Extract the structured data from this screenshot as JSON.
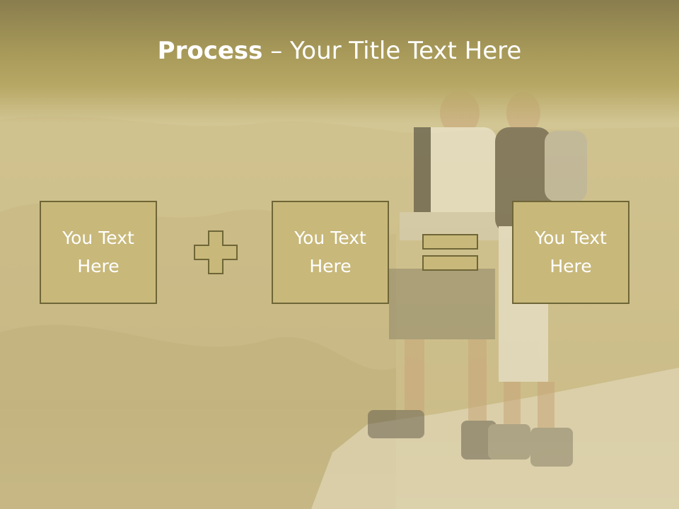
{
  "slide": {
    "title_bold": "Process",
    "title_sep": " – ",
    "title_rest": "Your Title Text Here",
    "boxes": [
      {
        "line1": "You Text",
        "line2": "Here"
      },
      {
        "line1": "You Text",
        "line2": "Here"
      },
      {
        "line1": "You Text",
        "line2": "Here"
      }
    ],
    "operators": [
      "plus-icon",
      "equals-icon"
    ],
    "colors": {
      "box_fill": "#c8b87a",
      "box_border": "#6f6637",
      "header": "#a69858",
      "text": "#ffffff"
    }
  }
}
